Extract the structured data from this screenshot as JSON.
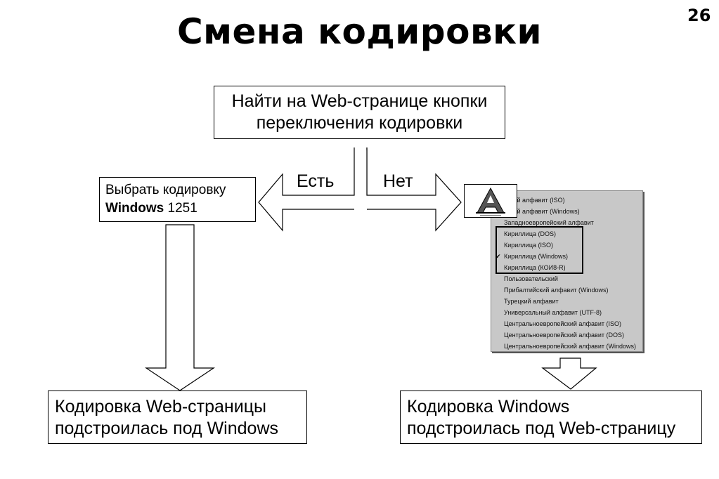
{
  "page_number": "26",
  "title": "Смена кодировки",
  "top_box": {
    "line1": "Найти на Web-странице кнопки",
    "line2": "переключения кодировки"
  },
  "labels": {
    "yes": "Есть",
    "no": "Нет"
  },
  "choose_box": {
    "line1": "Выбрать кодировку",
    "bold": "Windows",
    "rest": " 1251"
  },
  "result_left": {
    "line1": "Кодировка Web-страницы",
    "line2": "подстроилась под Windows"
  },
  "result_right": {
    "line1": "Кодировка Windows",
    "line2": "подстроилась под Web-страницу"
  },
  "menu": {
    "items": [
      "еский алфавит (ISO)",
      "еский алфавит (Windows)",
      "Западноевропейский алфавит",
      "Кириллица (DOS)",
      "Кириллица (ISO)",
      "Кириллица (Windows)",
      "Кириллица (КОИ8-R)",
      "Пользовательский",
      "Прибалтийский алфавит (Windows)",
      "Турецкий алфавит",
      "Универсальный алфавит (UTF-8)",
      "Центральноевропейский алфавит (ISO)",
      "Центральноевропейский алфавит (DOS)",
      "Центральноевропейский алфавит (Windows)"
    ],
    "check_mark": "✔"
  },
  "colors": {
    "menu_bg": "#c8c8c8",
    "line": "#000000"
  },
  "icon": "encoding-a-icon"
}
